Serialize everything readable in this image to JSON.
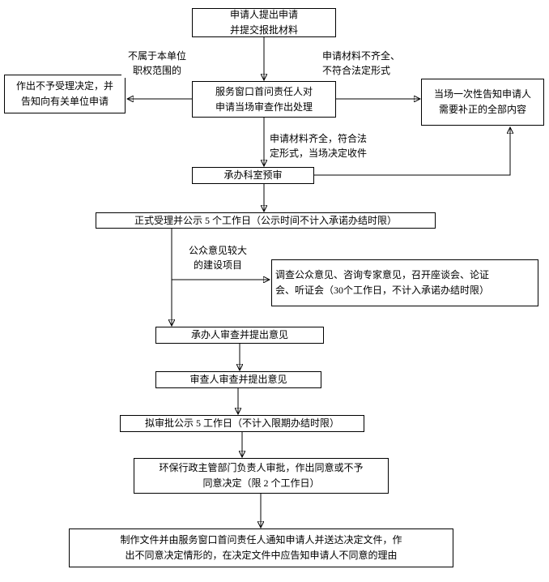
{
  "nodes": {
    "applicant_submit": "申请人提出申请\n并提交报批材料",
    "reject_notice": "作出不予受理决定，并\n告知向有关单位申请",
    "window_review": "服务窗口首问责任人对\n申请当场审查作出处理",
    "correction_notice": "当场一次性告知申请人\n需要补正的全部内容",
    "dept_preview": "承办科室预审",
    "formal_accept": "正式受理并公示 5 个工作日（公示时间不计入承诺办结时限）",
    "survey_opinion": "调查公众意见、咨询专家意见，召开座谈会、论证\n会、听证会（30个工作日，不计入承诺办结时限）",
    "undertaker_review": "承办人审查并提出意见",
    "examiner_review": "审查人审查并提出意见",
    "approval_publicity": "拟审批公示 5 工作日（不计入限期办结时限）",
    "leader_approval": "环保行政主管部门负责人审批，作出同意或不予\n同意决定（限 2 个工作日）",
    "deliver_decision": "制作文件并由服务窗口首问责任人通知申请人并送达决定文件，作\n出不同意决定情形的，在决定文件中应告知申请人不同意的理由"
  },
  "edge_labels": {
    "out_of_scope": "不属于本单位\n职权范围的",
    "incomplete": "申请材料不齐全、\n不符合法定形式",
    "complete": "申请材料齐全，符合法\n定形式，当场决定收件",
    "public_concern": "公众意见较大\n的建设项目"
  },
  "edges": [
    {
      "from": "applicant_submit",
      "to": "window_review"
    },
    {
      "from": "window_review",
      "to": "reject_notice",
      "label": "out_of_scope"
    },
    {
      "from": "window_review",
      "to": "correction_notice",
      "label": "incomplete"
    },
    {
      "from": "window_review",
      "to": "dept_preview",
      "label": "complete"
    },
    {
      "from": "dept_preview",
      "to": "correction_notice"
    },
    {
      "from": "dept_preview",
      "to": "formal_accept"
    },
    {
      "from": "formal_accept",
      "to": "survey_opinion",
      "label": "public_concern"
    },
    {
      "from": "formal_accept",
      "to": "undertaker_review"
    },
    {
      "from": "undertaker_review",
      "to": "examiner_review"
    },
    {
      "from": "examiner_review",
      "to": "approval_publicity"
    },
    {
      "from": "approval_publicity",
      "to": "leader_approval"
    },
    {
      "from": "leader_approval",
      "to": "deliver_decision"
    }
  ],
  "colors": {
    "line": "#000000",
    "background": "#ffffff",
    "text": "#000000"
  }
}
